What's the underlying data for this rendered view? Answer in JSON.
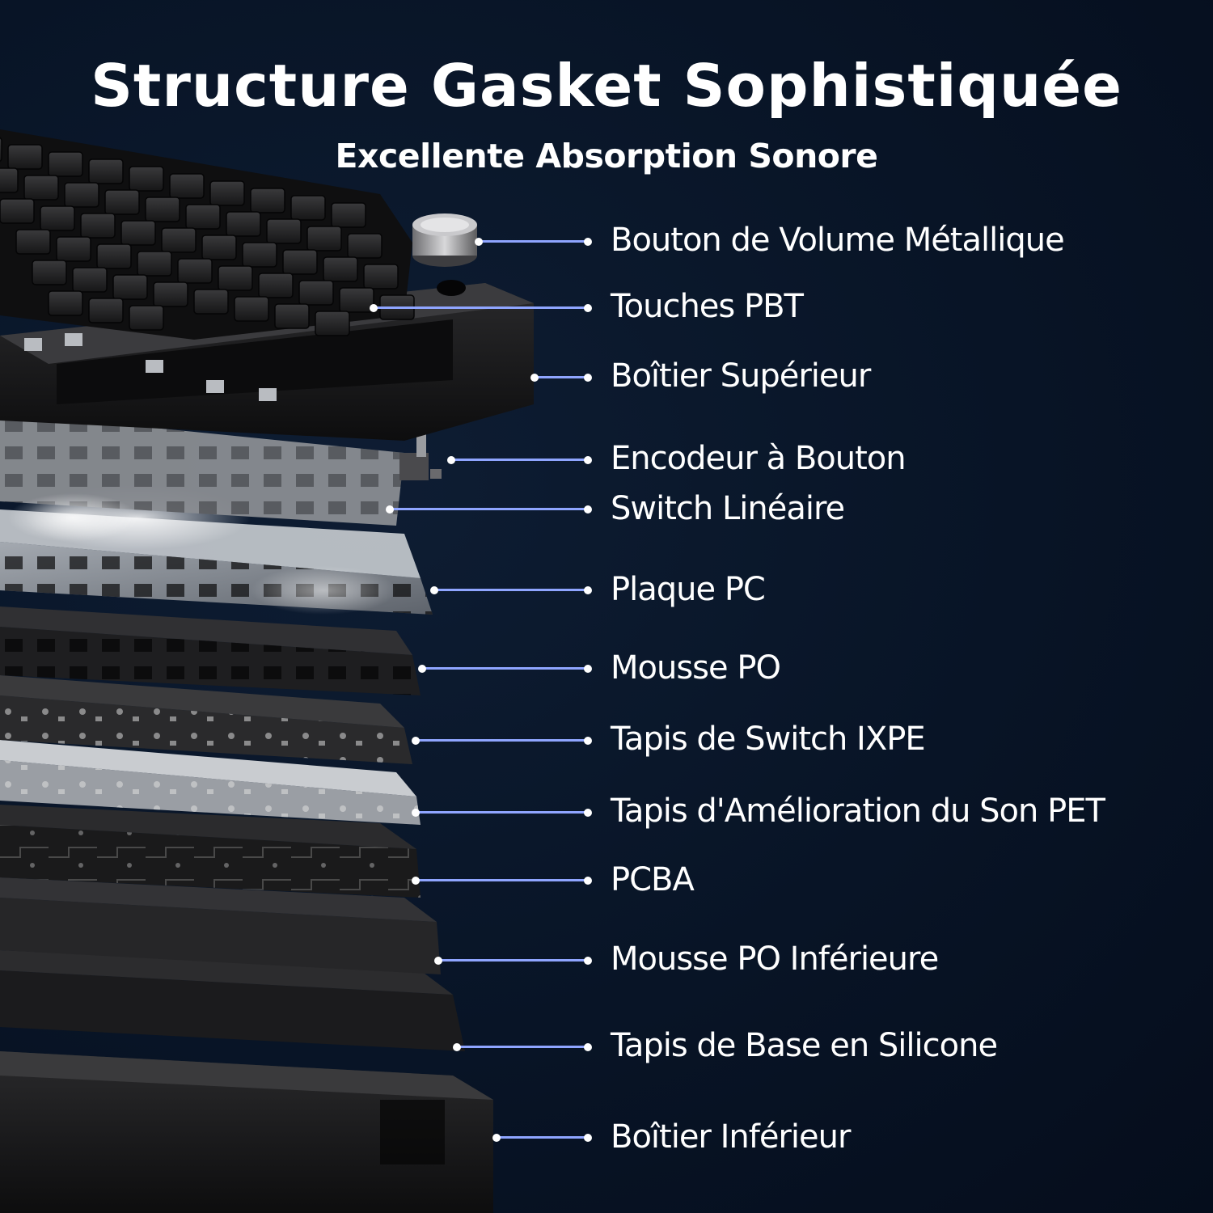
{
  "header": {
    "title": "Structure Gasket Sophistiquée",
    "subtitle": "Excellente Absorption Sonore"
  },
  "colors": {
    "background": "#081426",
    "leader_line": "#8fa5ff",
    "text": "#ffffff"
  },
  "components": [
    {
      "label": "Bouton de Volume Métallique"
    },
    {
      "label": "Touches PBT"
    },
    {
      "label": "Boîtier Supérieur"
    },
    {
      "label": "Encodeur à Bouton"
    },
    {
      "label": "Switch Linéaire"
    },
    {
      "label": "Plaque PC"
    },
    {
      "label": "Mousse PO"
    },
    {
      "label": "Tapis de Switch IXPE"
    },
    {
      "label": "Tapis d'Amélioration du Son PET"
    },
    {
      "label": "PCBA"
    },
    {
      "label": "Mousse PO Inférieure"
    },
    {
      "label": "Tapis de Base en Silicone"
    },
    {
      "label": "Boîtier Inférieur"
    }
  ]
}
